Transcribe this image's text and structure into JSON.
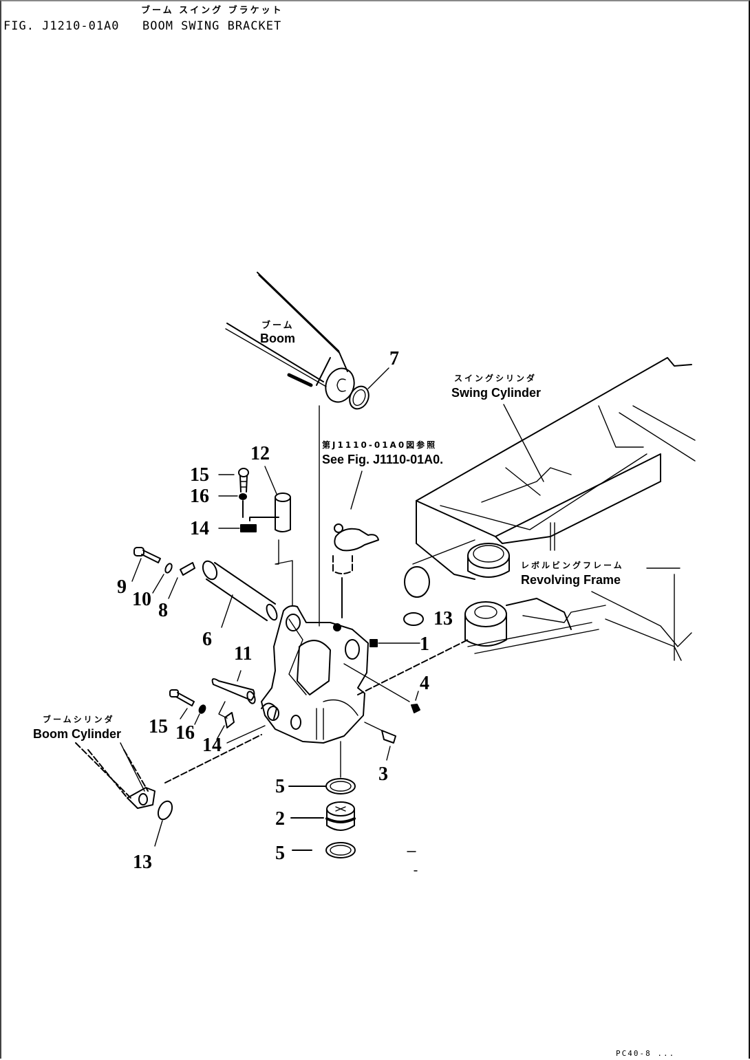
{
  "header": {
    "fig_number": "FIG. J1210-01A0",
    "title_jp": "ブーム スイング ブラケット",
    "title_en": "BOOM SWING BRACKET"
  },
  "callouts": {
    "boom": {
      "jp": "ブーム",
      "en": "Boom"
    },
    "swing_cylinder": {
      "jp": "スイングシリンダ",
      "en": "Swing Cylinder"
    },
    "see_fig": {
      "jp": "第J1110-01A0図参照",
      "en": "See Fig. J1110-01A0."
    },
    "revolving_frame": {
      "jp": "レボルビングフレーム",
      "en": "Revolving Frame"
    },
    "boom_cylinder": {
      "jp": "ブームシリンダ",
      "en": "Boom Cylinder"
    }
  },
  "part_numbers": {
    "p1": "1",
    "p2": "2",
    "p3": "3",
    "p4": "4",
    "p5a": "5",
    "p5b": "5",
    "p6": "6",
    "p7": "7",
    "p8": "8",
    "p9": "9",
    "p10": "10",
    "p11": "11",
    "p12": "12",
    "p13a": "13",
    "p13b": "13",
    "p14a": "14",
    "p14b": "14",
    "p15a": "15",
    "p15b": "15",
    "p16a": "16",
    "p16b": "16"
  },
  "footer": {
    "code": "PC40-8 ..."
  }
}
